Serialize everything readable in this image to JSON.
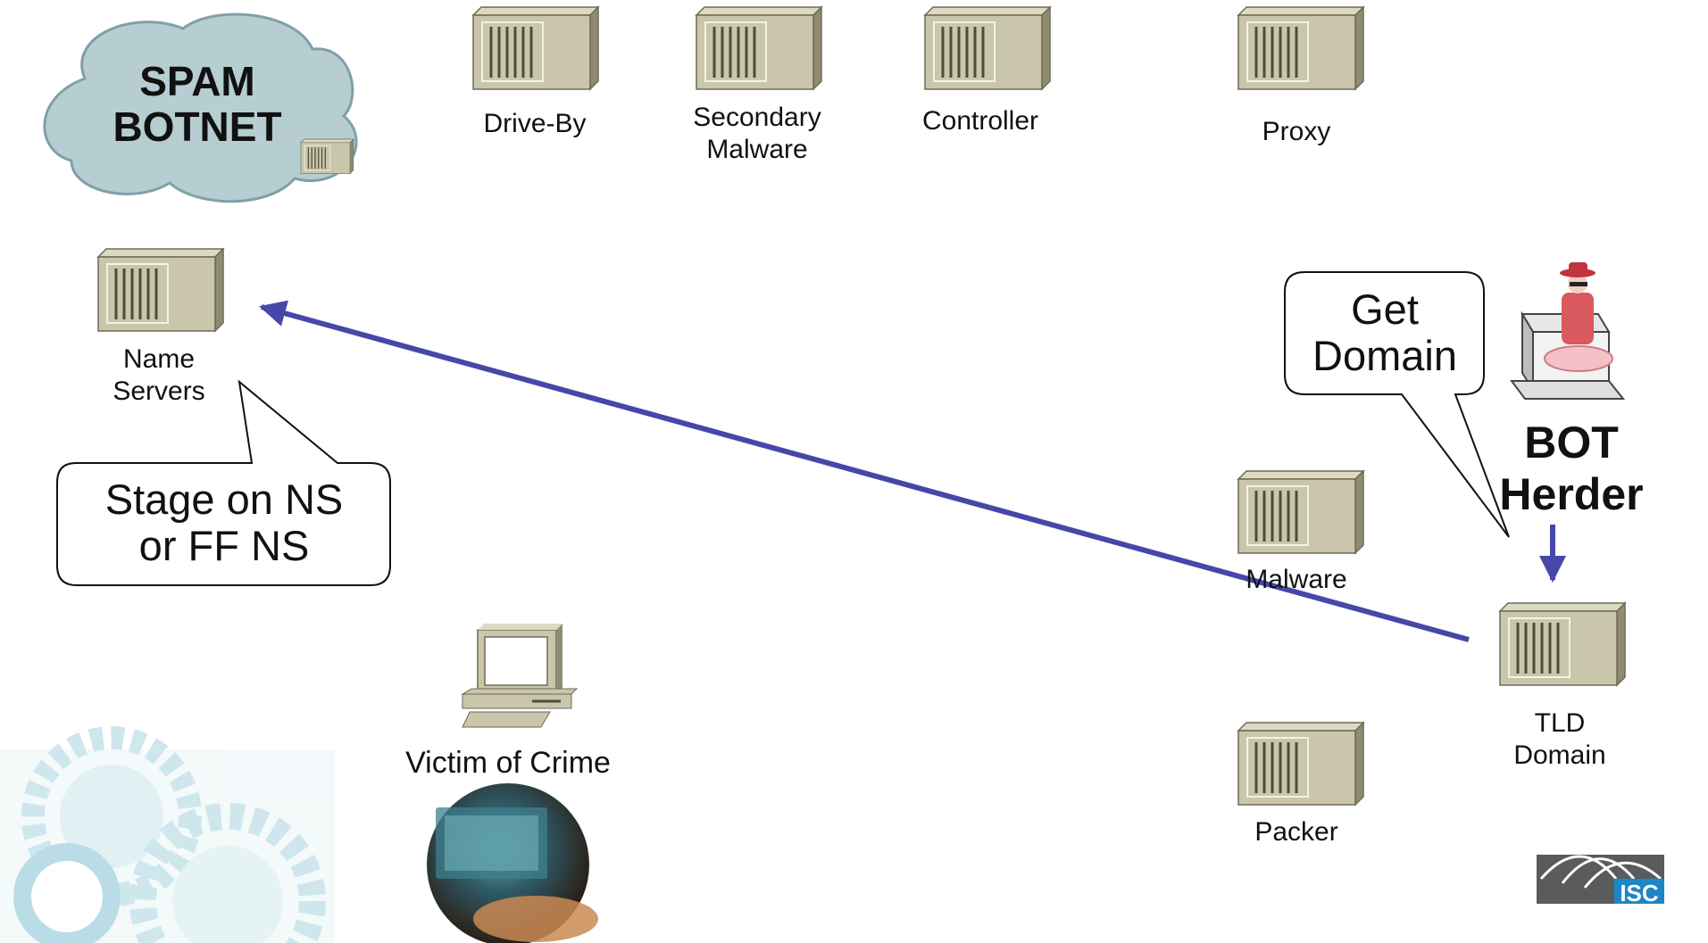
{
  "cloud": {
    "line1": "SPAM",
    "line2": "BOTNET"
  },
  "servers": {
    "drive_by": "Drive-By",
    "secondary_malware": "Secondary\nMalware",
    "controller": "Controller",
    "proxy": "Proxy",
    "name_servers": "Name\nServers",
    "malware": "Malware",
    "packer": "Packer",
    "tld_domain": "TLD\nDomain"
  },
  "callouts": {
    "stage": "Stage on NS\nor FF NS",
    "get_domain": "Get\nDomain"
  },
  "victim": {
    "label": "Victim of Crime"
  },
  "bot_herder": {
    "label": "BOT\nHerder"
  },
  "logo": {
    "text": "ISC"
  },
  "colors": {
    "arrow": "#4548a8",
    "server_face": "#c9c6ab",
    "server_side": "#8f8c72",
    "cloud_fill": "#b6cdd2",
    "gear": "#c5e3ea"
  }
}
